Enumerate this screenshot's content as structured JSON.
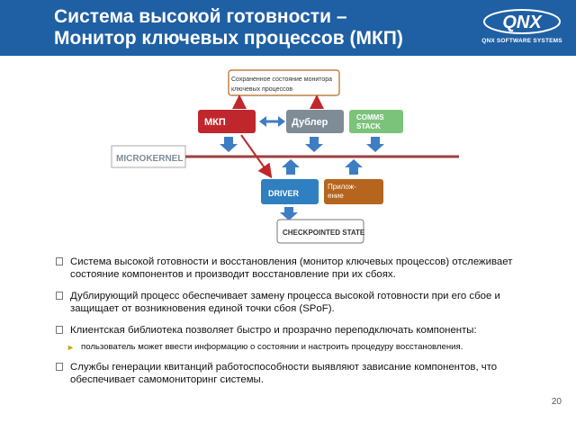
{
  "header": {
    "title_line1": "Система высокой готовности –",
    "title_line2": "Монитор ключевых процессов (МКП)",
    "logo_text": "QNX",
    "logo_subtext": "QNX SOFTWARE SYSTEMS",
    "background_color": "#1f5fa4"
  },
  "diagram": {
    "saved_state_label_line1": "Сохраненное состояние монитора",
    "saved_state_label_line2": "ключевых процессов",
    "mkp_label": "МКП",
    "dubler_label": "Дублер",
    "comms_line1": "COMMS",
    "comms_line2": "STACK",
    "microkernel_label": "MICROKERNEL",
    "driver_label": "DRIVER",
    "app_line1": "Прилож-",
    "app_line2": "ение",
    "checkpointed_label": "CHECKPOINTED STATE",
    "colors": {
      "mkp": "#c0272d",
      "dubler": "#7f8b95",
      "comms": "#7bc37a",
      "driver": "#2f7fc1",
      "app": "#b5651d",
      "kernel_line": "#a04040",
      "arrow_blue": "#3d7dc4",
      "arrow_red": "#c0272d"
    }
  },
  "bullets": [
    {
      "text": "Система высокой готовности и восстановления (монитор ключевых процессов) отслеживает состояние компонентов и производит восстановление при их сбоях."
    },
    {
      "text": "Дублирующий процесс обеспечивает замену процесса высокой готовности при его сбое и защищает от возникновения единой точки сбоя (SPoF)."
    },
    {
      "text": "Клиентская библиотека позволяет быстро и прозрачно переподключать компоненты:"
    },
    {
      "text": "Службы генерации квитанций работоспособности выявляют зависание компонентов, что обеспечивает самомониторинг системы."
    }
  ],
  "sub_bullet": {
    "text": "пользователь может ввести информацию о состоянии и настроить процедуру восстановления."
  },
  "page_number": "20"
}
